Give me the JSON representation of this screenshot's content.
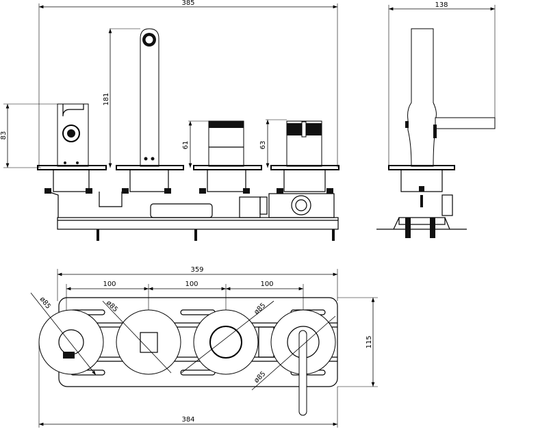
{
  "title": "Wall-mounted bath mixer technical drawing",
  "front_view": {
    "overall_width": "385",
    "handshower_height": "83",
    "spout_height": "181",
    "knob1_height": "61",
    "knob2_height": "63"
  },
  "side_view": {
    "depth": "138"
  },
  "plan_view": {
    "plate_width": "359",
    "spacing": [
      "100",
      "100",
      "100"
    ],
    "rosette_diameters": [
      "ø85",
      "ø85",
      "ø85",
      "ø85"
    ],
    "plate_height": "115",
    "overall_width": "384"
  }
}
